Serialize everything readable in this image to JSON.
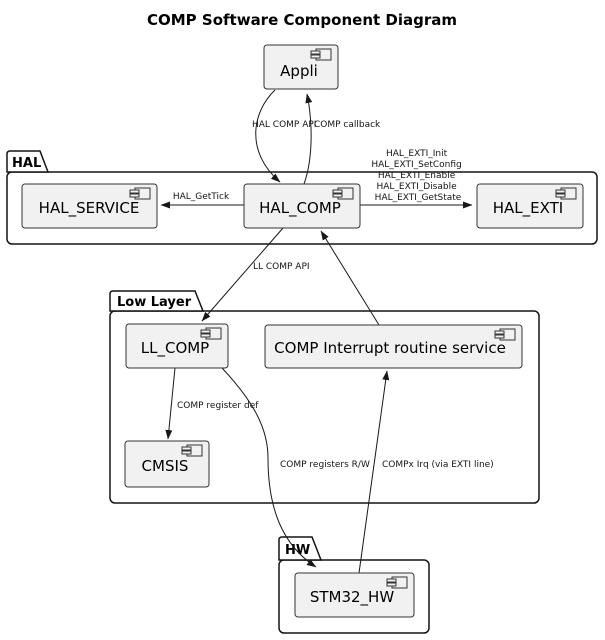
{
  "title": "COMP Software Component Diagram",
  "packages": {
    "hal": {
      "label": "HAL"
    },
    "low_layer": {
      "label": "Low Layer"
    },
    "hw": {
      "label": "HW"
    }
  },
  "components": {
    "appli": {
      "label": "Appli"
    },
    "hal_service": {
      "label": "HAL_SERVICE"
    },
    "hal_comp": {
      "label": "HAL_COMP"
    },
    "hal_exti": {
      "label": "HAL_EXTI"
    },
    "ll_comp": {
      "label": "LL_COMP"
    },
    "comp_irq_service": {
      "label": "COMP Interrupt routine service"
    },
    "cmsis": {
      "label": "CMSIS"
    },
    "stm32_hw": {
      "label": "STM32_HW"
    }
  },
  "edges": {
    "appli_to_halcomp": {
      "label": "HAL COMP API"
    },
    "halcomp_to_appli": {
      "label": "COMP callback"
    },
    "halcomp_to_halservice": {
      "label": "HAL_GetTick"
    },
    "halcomp_to_halexti": {
      "lines": [
        "HAL_EXTI_Init",
        "HAL_EXTI_SetConfig",
        "HAL_EXTI_Enable",
        "HAL_EXTI_Disable",
        "HAL_EXTI_GetState"
      ]
    },
    "halcomp_to_llcomp": {
      "label": "LL COMP API"
    },
    "llcomp_to_cmsis": {
      "label": "COMP register def"
    },
    "llcomp_to_stm32": {
      "label": "COMP registers R/W"
    },
    "stm32_to_service": {
      "label": "COMPx Irq (via EXTI line)"
    }
  },
  "colors": {
    "background": "#ffffff",
    "component_fill": "#f1f1f1",
    "component_border": "#343434",
    "package_border": "#141414",
    "arrow": "#181818",
    "text": "#000000"
  }
}
